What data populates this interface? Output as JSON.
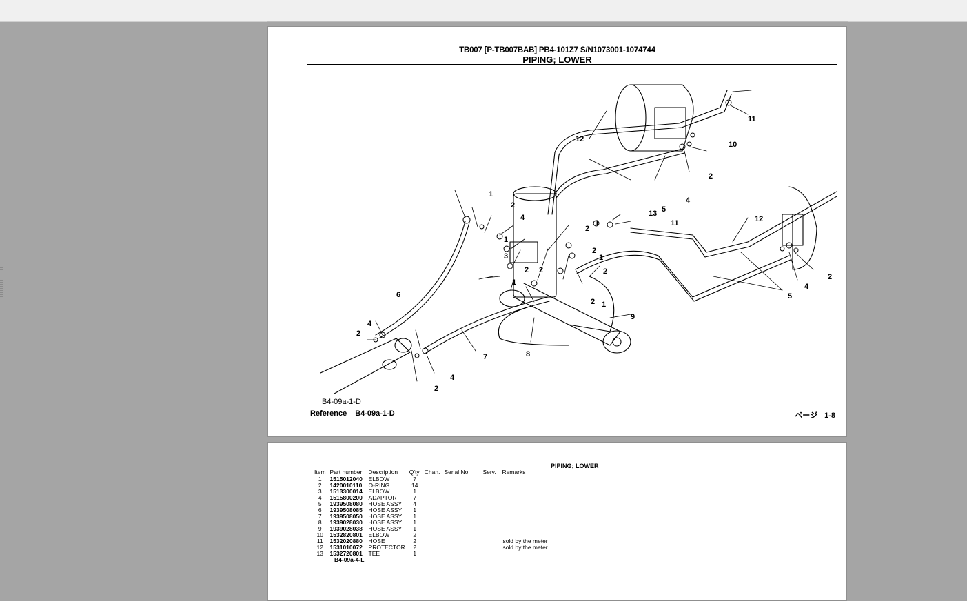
{
  "page1": {
    "header_line1": "TB007 [P-TB007BAB]  PB4-101Z7  S/N1073001-1074744",
    "header_line2": "PIPING; LOWER",
    "figure_code": "B4-09a-1-D",
    "footer_reference_label": "Reference",
    "footer_reference_value": "B4-09a-1-D",
    "footer_page_label": "ページ",
    "footer_page_value": "1-8",
    "callouts": [
      "1",
      "2",
      "3",
      "4",
      "5",
      "6",
      "7",
      "8",
      "9",
      "10",
      "11",
      "12",
      "13"
    ]
  },
  "page2": {
    "title": "PIPING; LOWER",
    "columns": [
      "Item",
      "Part number",
      "Description",
      "Q'ty",
      "Chan.",
      "Serial No.",
      "Serv.",
      "Remarks"
    ],
    "rows": [
      {
        "item": "1",
        "part": "1515012040",
        "desc": "ELBOW",
        "qty": "7",
        "remarks": ""
      },
      {
        "item": "2",
        "part": "1420010110",
        "desc": "O-RING",
        "qty": "14",
        "remarks": ""
      },
      {
        "item": "3",
        "part": "1513300014",
        "desc": "ELBOW",
        "qty": "1",
        "remarks": ""
      },
      {
        "item": "4",
        "part": "1515800200",
        "desc": "ADAPTOR",
        "qty": "7",
        "remarks": ""
      },
      {
        "item": "5",
        "part": "1939508080",
        "desc": "HOSE ASSY",
        "qty": "4",
        "remarks": ""
      },
      {
        "item": "6",
        "part": "1939508085",
        "desc": "HOSE ASSY",
        "qty": "1",
        "remarks": ""
      },
      {
        "item": "7",
        "part": "1939508050",
        "desc": "HOSE ASSY",
        "qty": "1",
        "remarks": ""
      },
      {
        "item": "8",
        "part": "1939028030",
        "desc": "HOSE ASSY",
        "qty": "1",
        "remarks": ""
      },
      {
        "item": "9",
        "part": "1939028038",
        "desc": "HOSE ASSY",
        "qty": "1",
        "remarks": ""
      },
      {
        "item": "10",
        "part": "1532820801",
        "desc": "ELBOW",
        "qty": "2",
        "remarks": ""
      },
      {
        "item": "11",
        "part": "1532020880",
        "desc": "HOSE",
        "qty": "2",
        "remarks": "sold by the meter"
      },
      {
        "item": "12",
        "part": "1531010072",
        "desc": "PROTECTOR",
        "qty": "2",
        "remarks": "sold by the meter"
      },
      {
        "item": "13",
        "part": "1532720801",
        "desc": "TEE",
        "qty": "1",
        "remarks": ""
      }
    ],
    "reference": "B4-09a-4-L"
  }
}
